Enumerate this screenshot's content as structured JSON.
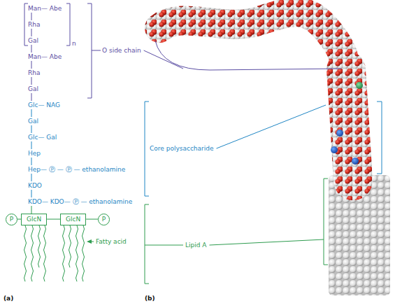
{
  "diagram": {
    "nodes": [
      {
        "text": [
          "P"
        ]
      },
      {
        "text": [
          "GlcN"
        ]
      },
      {
        "text": [
          "GlcN"
        ]
      },
      {
        "text": [
          "P"
        ]
      }
    ],
    "edges": [
      {
        "from": 0,
        "to": 1,
        "arrow": "none"
      },
      {
        "from": 1,
        "to": 2,
        "arrow": "none"
      },
      {
        "from": 2,
        "to": 3,
        "arrow": "none"
      }
    ],
    "labels": [
      "Man— Abe",
      "Rha",
      "Gal",
      "Man— Abe",
      "Rha",
      "Gal",
      "Glc— NAG",
      "Gal",
      "Glc— Gal",
      "Hep",
      "Hep— Ⓟ — Ⓟ — ethanolamine",
      "KDO",
      "KDO— KDO— Ⓟ — ethanolamine",
      "n",
      "O side chain",
      "Core polysaccharide",
      "Fatty acid",
      "Lipid A",
      "(a)",
      "(b)"
    ]
  }
}
